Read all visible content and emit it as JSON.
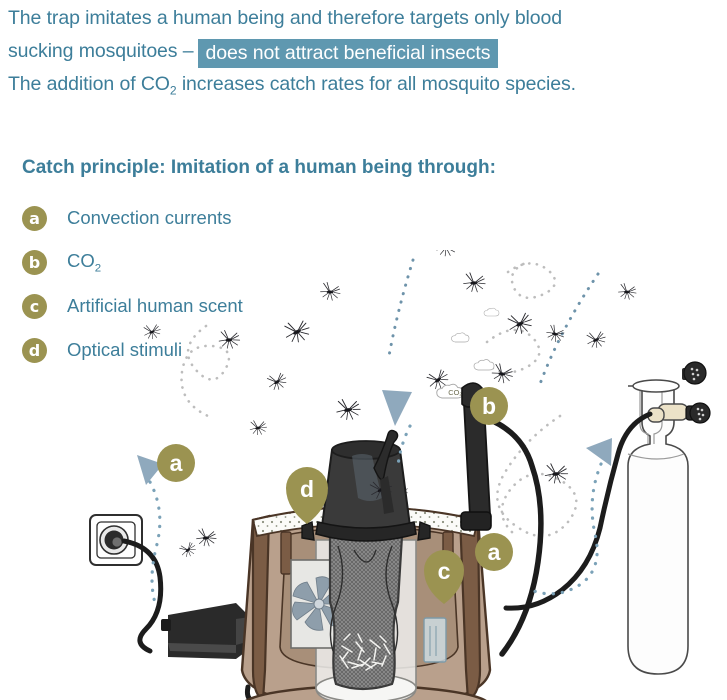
{
  "intro": {
    "line1": "The trap imitates a human being and therefore targets only blood",
    "line2_prefix": "sucking mosquitoes –",
    "line2_highlight": "does not attract beneficial insects",
    "line3_a": "The addition of CO",
    "line3_sub": "2",
    "line3_b": " increases catch rates for all mosquito species."
  },
  "principle": {
    "heading": "Catch principle: Imitation of a human being through:",
    "items": [
      {
        "key": "a",
        "label": "Convection currents"
      },
      {
        "key": "b",
        "label": "CO",
        "sub": "2"
      },
      {
        "key": "c",
        "label": "Artificial human scent"
      },
      {
        "key": "d",
        "label": "Optical stimuli"
      }
    ]
  },
  "illustration": {
    "markers": [
      {
        "key": "a",
        "shape": "circle",
        "meaning": "convection-currents-upper-left"
      },
      {
        "key": "d",
        "shape": "pin",
        "meaning": "optical-stimuli-trap-lid"
      },
      {
        "key": "b",
        "shape": "circle",
        "meaning": "co2-outlet-nozzle"
      },
      {
        "key": "a",
        "shape": "circle",
        "meaning": "convection-currents-right"
      },
      {
        "key": "c",
        "shape": "pin",
        "meaning": "artificial-human-scent-dispenser"
      }
    ],
    "co2_cloud_label": "CO₂",
    "parts": [
      "wall-socket",
      "power-adapter",
      "power-cable",
      "trap-body",
      "trap-rim-speckled",
      "black-funnel-top",
      "co2-nozzle",
      "catch-mesh-bag",
      "captured-mosquitoes",
      "fan",
      "scent-dispenser",
      "co2-gas-cylinder",
      "cylinder-valve",
      "co2-hose"
    ]
  },
  "colors": {
    "text_teal": "#3d7e9a",
    "highlight_bg": "#5f98b0",
    "badge_olive": "#9b9351",
    "marker_olive": "#9b9351",
    "arrow_blue": "#8fa9bd",
    "dot_path": "#8aa8bb",
    "trap_outer_brown": "#7b5c45",
    "trap_body_tan": "#b9a08c",
    "trap_inner_tan": "#a88f79",
    "funnel_black": "#3a3a3a",
    "mesh_gray": "#7f7f7f",
    "cylinder_white": "#fdfdfd"
  }
}
